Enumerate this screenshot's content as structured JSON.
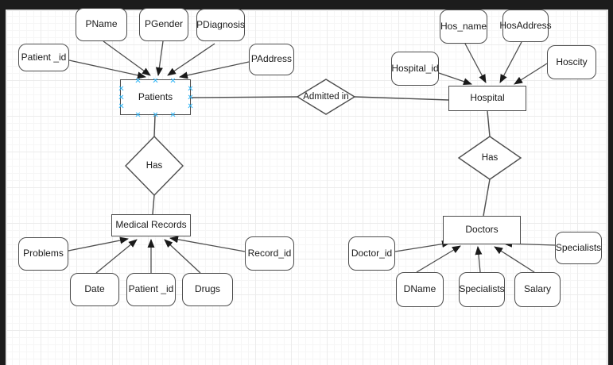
{
  "diagram": {
    "type": "entity-relationship-diagram",
    "entities": {
      "patients": {
        "label": "Patients"
      },
      "hospital": {
        "label": "Hospital"
      },
      "medical_records": {
        "label": "Medical Records"
      },
      "doctors": {
        "label": "Doctors"
      }
    },
    "relationships": {
      "has_patients_records": {
        "label": "Has",
        "between": [
          "Patients",
          "Medical Records"
        ]
      },
      "admitted_in": {
        "label": "Admitted in",
        "between": [
          "Patients",
          "Hospital"
        ]
      },
      "has_hospital_doctors": {
        "label": "Has",
        "between": [
          "Hospital",
          "Doctors"
        ]
      }
    },
    "attributes": {
      "patients_patient_id": {
        "label": "Patient _id",
        "entity": "Patients"
      },
      "pname": {
        "label": "PName",
        "entity": "Patients"
      },
      "pgender": {
        "label": "PGender",
        "entity": "Patients"
      },
      "pdiagnosis": {
        "label": "PDiagnosis",
        "entity": "Patients"
      },
      "paddress": {
        "label": "PAddress",
        "entity": "Patients"
      },
      "problems": {
        "label": "Problems",
        "entity": "Medical Records"
      },
      "date": {
        "label": "Date",
        "entity": "Medical Records"
      },
      "records_patient_id": {
        "label": "Patient _id",
        "entity": "Medical Records"
      },
      "drugs": {
        "label": "Drugs",
        "entity": "Medical Records"
      },
      "record_id": {
        "label": "Record_id",
        "entity": "Medical Records"
      },
      "hospital_id": {
        "label": "Hospital_id",
        "entity": "Hospital"
      },
      "hos_name": {
        "label": "Hos_name",
        "entity": "Hospital"
      },
      "hosaddress": {
        "label": "HosAddress",
        "entity": "Hospital"
      },
      "hoscity": {
        "label": "Hoscity",
        "entity": "Hospital"
      },
      "doctor_id": {
        "label": "Doctor_id",
        "entity": "Doctors"
      },
      "dname": {
        "label": "DName",
        "entity": "Doctors"
      },
      "specialists_lower": {
        "label": "Specialists",
        "entity": "Doctors"
      },
      "salary": {
        "label": "Salary",
        "entity": "Doctors"
      },
      "specialists_right": {
        "label": "Specialists",
        "entity": "Doctors"
      }
    },
    "selection": {
      "selected_entity": "Patients",
      "indicator": "cyan connection-point crosses"
    },
    "colors": {
      "shape_border": "#4d4d4d",
      "shape_fill": "#ffffff",
      "text": "#1a1a1a",
      "arrowhead": "#1a1a1a",
      "connection_point": "#30b5f5",
      "canvas": "#ffffff",
      "grid_minor": "#f6f6f6",
      "grid_major": "#ececec",
      "frame": "#1c1c1c"
    }
  }
}
